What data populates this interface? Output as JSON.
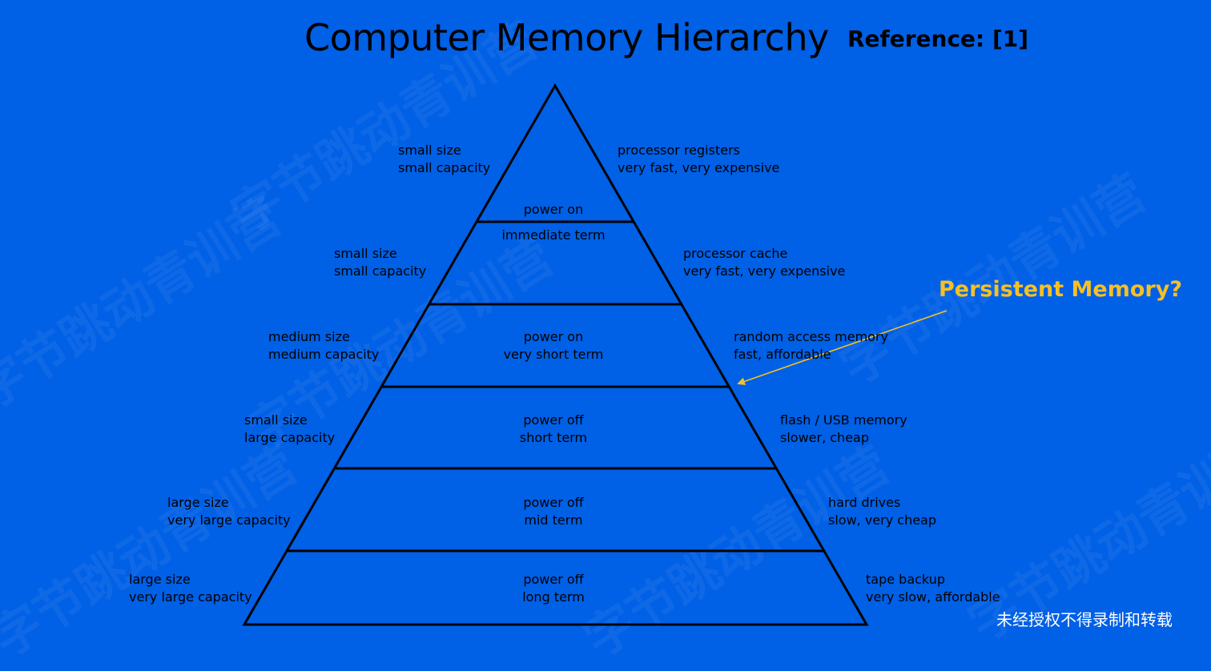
{
  "title": "Computer Memory Hierarchy",
  "reference": "Reference: [1]",
  "annotation": "Persistent Memory?",
  "copyright": "未经授权不得录制和转载",
  "watermark_text": "字节跳动青训营",
  "colors": {
    "background": "#0060e6",
    "lines": "#000000",
    "annotation": "#f5c024",
    "copyright": "#ffffff"
  },
  "tiers": [
    {
      "left": [
        "small size",
        "small capacity"
      ],
      "right": [
        "processor registers",
        "very fast, very expensive"
      ],
      "center": [
        "power on"
      ]
    },
    {
      "left": [
        "small size",
        "small capacity"
      ],
      "right": [
        "processor cache",
        "very fast, very expensive"
      ],
      "center": [
        "immediate term"
      ]
    },
    {
      "left": [
        "medium size",
        "medium capacity"
      ],
      "right": [
        "random access memory",
        "fast, affordable"
      ],
      "center": [
        "power on",
        "very short term"
      ]
    },
    {
      "left": [
        "small size",
        "large capacity"
      ],
      "right": [
        "flash / USB memory",
        "slower, cheap"
      ],
      "center": [
        "power off",
        "short term"
      ]
    },
    {
      "left": [
        "large size",
        "very large capacity"
      ],
      "right": [
        "hard drives",
        "slow, very cheap"
      ],
      "center": [
        "power off",
        "mid term"
      ]
    },
    {
      "left": [
        "large size",
        "very large capacity"
      ],
      "right": [
        "tape backup",
        "very slow, affordable"
      ],
      "center": [
        "power off",
        "long term"
      ]
    }
  ]
}
